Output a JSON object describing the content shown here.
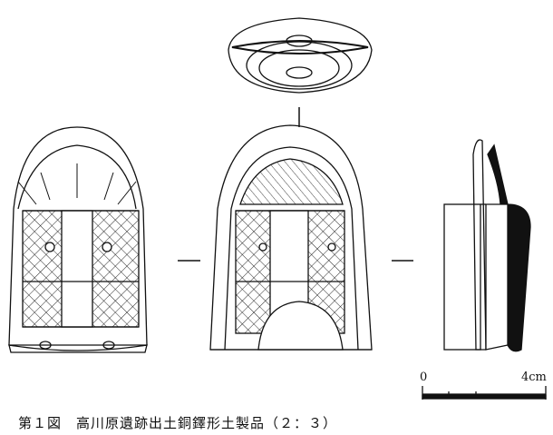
{
  "caption": "第１図　高川原遺跡出土銅鐸形土製品（２：３）",
  "scale_bar": {
    "start_label": "0",
    "end_label": "4cm",
    "length_cm": 4
  },
  "colors": {
    "ink": "#111111",
    "background": "#ffffff"
  }
}
